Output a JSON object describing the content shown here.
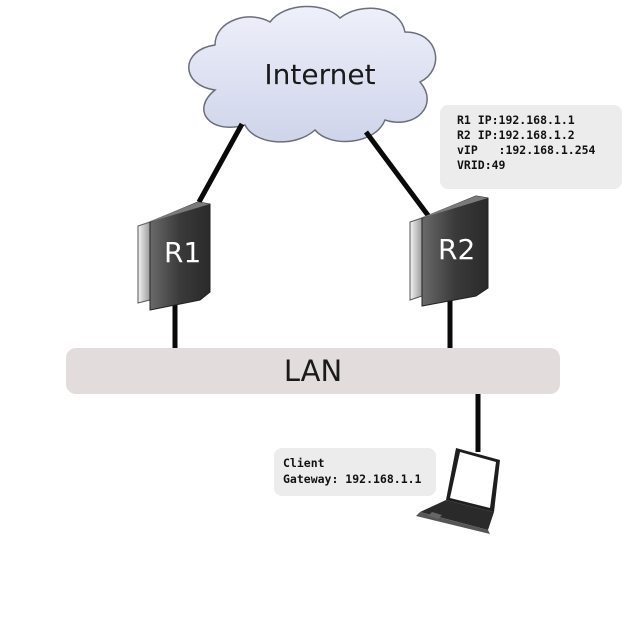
{
  "internet": {
    "label": "Internet"
  },
  "routers": [
    {
      "label": "R1"
    },
    {
      "label": "R2"
    }
  ],
  "lan": {
    "label": "LAN"
  },
  "router_info": {
    "lines": [
      "R1 IP:192.168.1.1",
      "R2 IP:192.168.1.2",
      "vIP   :192.168.1.254",
      "VRID:49"
    ]
  },
  "client": {
    "title": "Client",
    "gateway": "Gateway: 192.168.1.1"
  },
  "colors": {
    "cloud_fill": "#dfe3f3",
    "cloud_stroke": "#6b6f7a",
    "lan_fill": "#e2dcdc",
    "router_dark": "#2f2f2f",
    "link": "#0a0a0a",
    "info_box": "#ececec"
  }
}
